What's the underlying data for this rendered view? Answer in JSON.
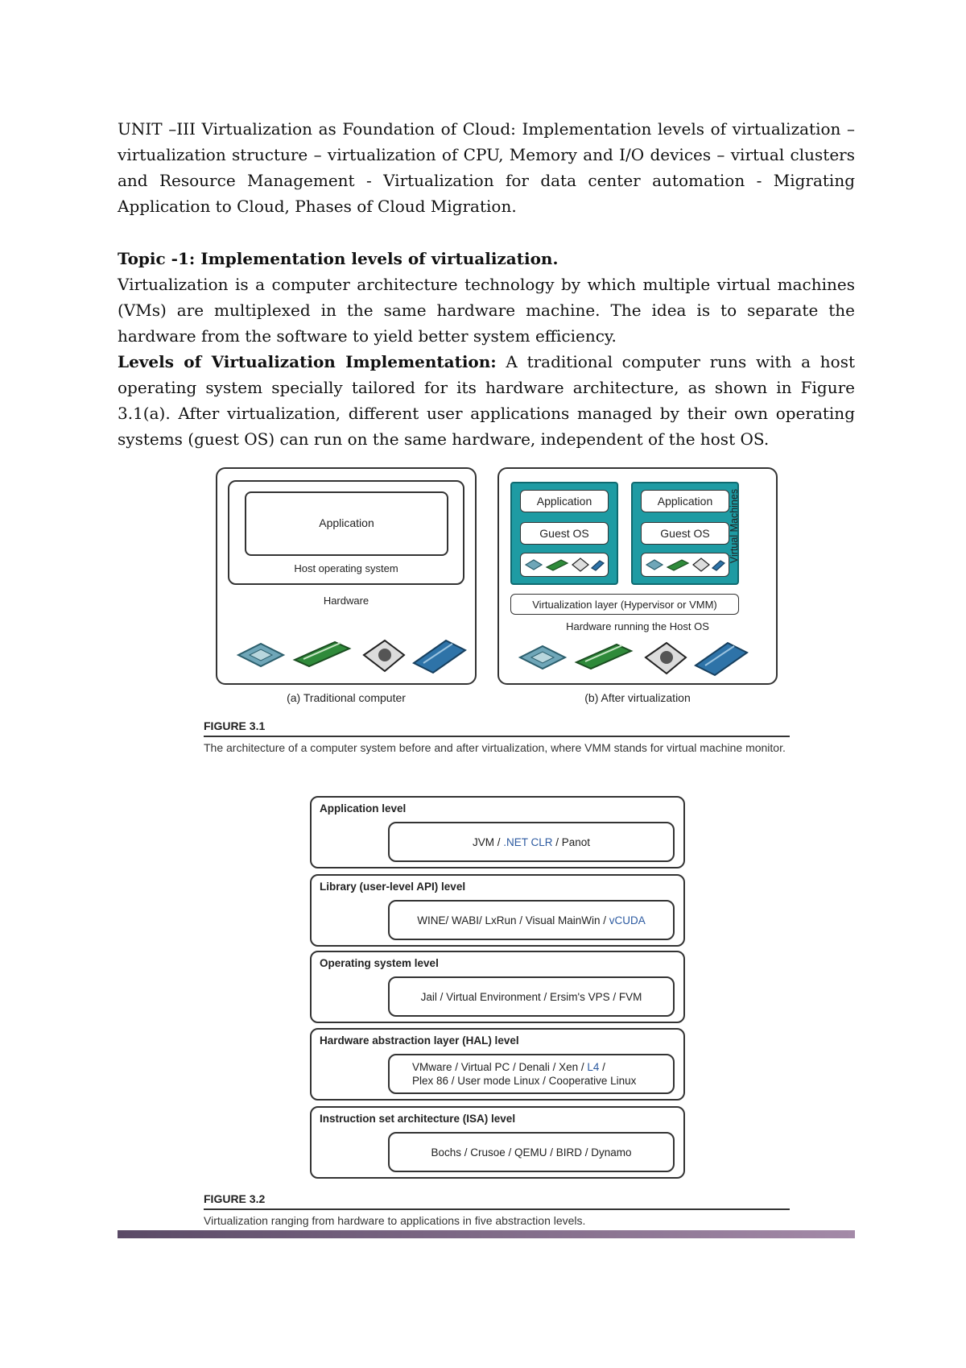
{
  "intro": {
    "unit_text": "UNIT –III Virtualization as Foundation of Cloud: Implementation levels of virtualization – virtualization structure – virtualization of CPU, Memory and I/O devices – virtual clusters and Resource Management - Virtualization for data center automation - Migrating Application to Cloud, Phases of Cloud Migration."
  },
  "topic": {
    "heading": "Topic -1: Implementation levels of virtualization.",
    "definition": "Virtualization is a computer architecture technology by which multiple virtual machines (VMs) are multiplexed in the same hardware machine. The idea is to separate the hardware from the software to yield better system efficiency.",
    "levels_label": "Levels of Virtualization Implementation:",
    "levels_text": " A traditional computer runs with a host operating system specially tailored for its hardware architecture, as shown in Figure 3.1(a). After virtualization, different user applications managed by their own operating systems (guest OS) can run on the same hardware, independent of the host OS."
  },
  "figure1": {
    "left": {
      "application": "Application",
      "host_os": "Host operating system",
      "hardware": "Hardware",
      "caption": "(a) Traditional computer"
    },
    "right": {
      "vm1_app": "Application",
      "vm1_os": "Guest OS",
      "vm2_app": "Application",
      "vm2_os": "Guest OS",
      "virtual_machines": "Virtual Machines",
      "virtualization_layer": "Virtualization layer (Hypervisor or VMM)",
      "hardware_host": "Hardware running the Host OS",
      "caption": "(b) After virtualization"
    },
    "title": "FIGURE 3.1",
    "caption": "The architecture of a computer system before and after virtualization, where VMM stands for virtual machine monitor."
  },
  "figure2": {
    "levels": [
      {
        "name": "Application level",
        "content_a": "JVM / ",
        "content_blue": ".NET CLR",
        "content_b": " / Panot"
      },
      {
        "name": "Library (user-level API) level",
        "content_a": "WINE/ WABI/ LxRun / Visual MainWin / ",
        "content_blue": "vCUDA",
        "content_b": ""
      },
      {
        "name": "Operating system level",
        "content_a": "Jail / Virtual Environment / Ersim's VPS / FVM",
        "content_blue": "",
        "content_b": ""
      },
      {
        "name": "Hardware abstraction layer (HAL) level",
        "content_a": "VMware / Virtual PC / Denali / Xen / ",
        "content_blue": "L4",
        "content_b": " /",
        "content_line2": "Plex 86 / User mode Linux / Cooperative Linux"
      },
      {
        "name": "Instruction set architecture (ISA) level",
        "content_a": "Bochs / Crusoe / QEMU / BIRD / Dynamo",
        "content_blue": "",
        "content_b": ""
      }
    ],
    "title": "FIGURE 3.2",
    "caption": "Virtualization ranging from hardware to applications in five abstraction levels."
  },
  "colors": {
    "vm_fill": "#1e9ba3",
    "footer_bar_start": "#5a4a66",
    "footer_bar_end": "#a48aa8"
  }
}
